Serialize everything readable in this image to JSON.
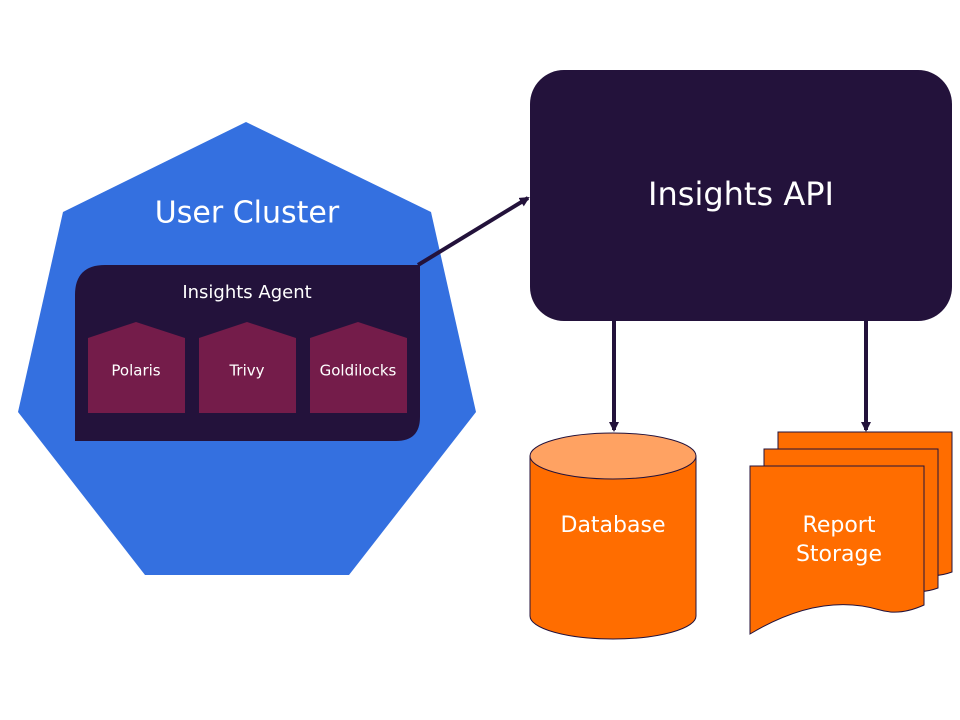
{
  "cluster": {
    "label": "User Cluster"
  },
  "agent": {
    "label": "Insights Agent",
    "plugins": [
      {
        "label": "Polaris"
      },
      {
        "label": "Trivy"
      },
      {
        "label": "Goldilocks"
      }
    ]
  },
  "api": {
    "label": "Insights API"
  },
  "database": {
    "label": "Database"
  },
  "storage": {
    "line1": "Report",
    "line2": "Storage"
  },
  "colors": {
    "cluster": "#3470e0",
    "dark": "#23123b",
    "plugin": "#741c4a",
    "orange": "#ff6d00",
    "orange_top": "#ffa262"
  }
}
